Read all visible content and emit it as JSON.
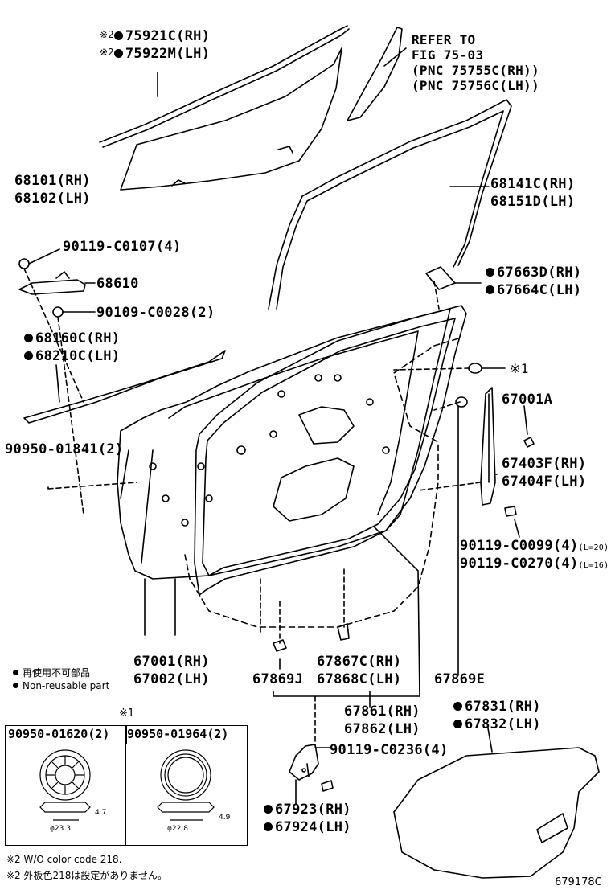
{
  "labels": {
    "p75921": "75921C(RH)",
    "p75922": "75922M(LH)",
    "note2_mark": "※2",
    "refer": [
      "REFER TO",
      "FIG 75-03",
      "(PNC 75755C(RH))",
      "(PNC 75756C(LH))"
    ],
    "p68101": "68101(RH)",
    "p68102": "68102(LH)",
    "p68141": "68141C(RH)",
    "p68151": "68151D(LH)",
    "p90119_c0107": "90119-C0107(4)",
    "p68610": "68610",
    "p90109": "90109-C0028(2)",
    "p67663": "67663D(RH)",
    "p67664": "67664C(LH)",
    "p68160": "68160C(RH)",
    "p68210": "68210C(LH)",
    "mark1": "※1",
    "p67001a": "67001A",
    "p90950_01841": "90950-01841(2)",
    "p67403": "67403F(RH)",
    "p67404": "67404F(LH)",
    "p90119_c0099": "90119-C0099(4)",
    "p90119_c0099_sub": "(L=20)",
    "p90119_c0270": "90119-C0270(4)",
    "p90119_c0270_sub": "(L=16)",
    "p67001": "67001(RH)",
    "p67002": "67002(LH)",
    "p67869j": "67869J",
    "p67867": "67867C(RH)",
    "p67868": "67868C(LH)",
    "p67869e": "67869E",
    "p67861": "67861(RH)",
    "p67862": "67862(LH)",
    "p67831": "67831(RH)",
    "p67832": "67832(LH)",
    "p90119_c0236": "90119-C0236(4)",
    "p67923": "67923(RH)",
    "p67924": "67924(LH)"
  },
  "legend": {
    "jp": "再使用不可部品",
    "en": "Non-reusable part"
  },
  "inset": {
    "mark": "※1",
    "left_part": "90950-01620(2)",
    "right_part": "90950-01964(2)",
    "left_height": "4.7",
    "left_diameter": "φ23.3",
    "right_height": "4.9",
    "right_diameter": "φ22.8"
  },
  "footnotes": {
    "en": "※2 W/O color code 218.",
    "jp": "※2 外板色218は設定がありません。"
  },
  "figure_id": "679178C"
}
